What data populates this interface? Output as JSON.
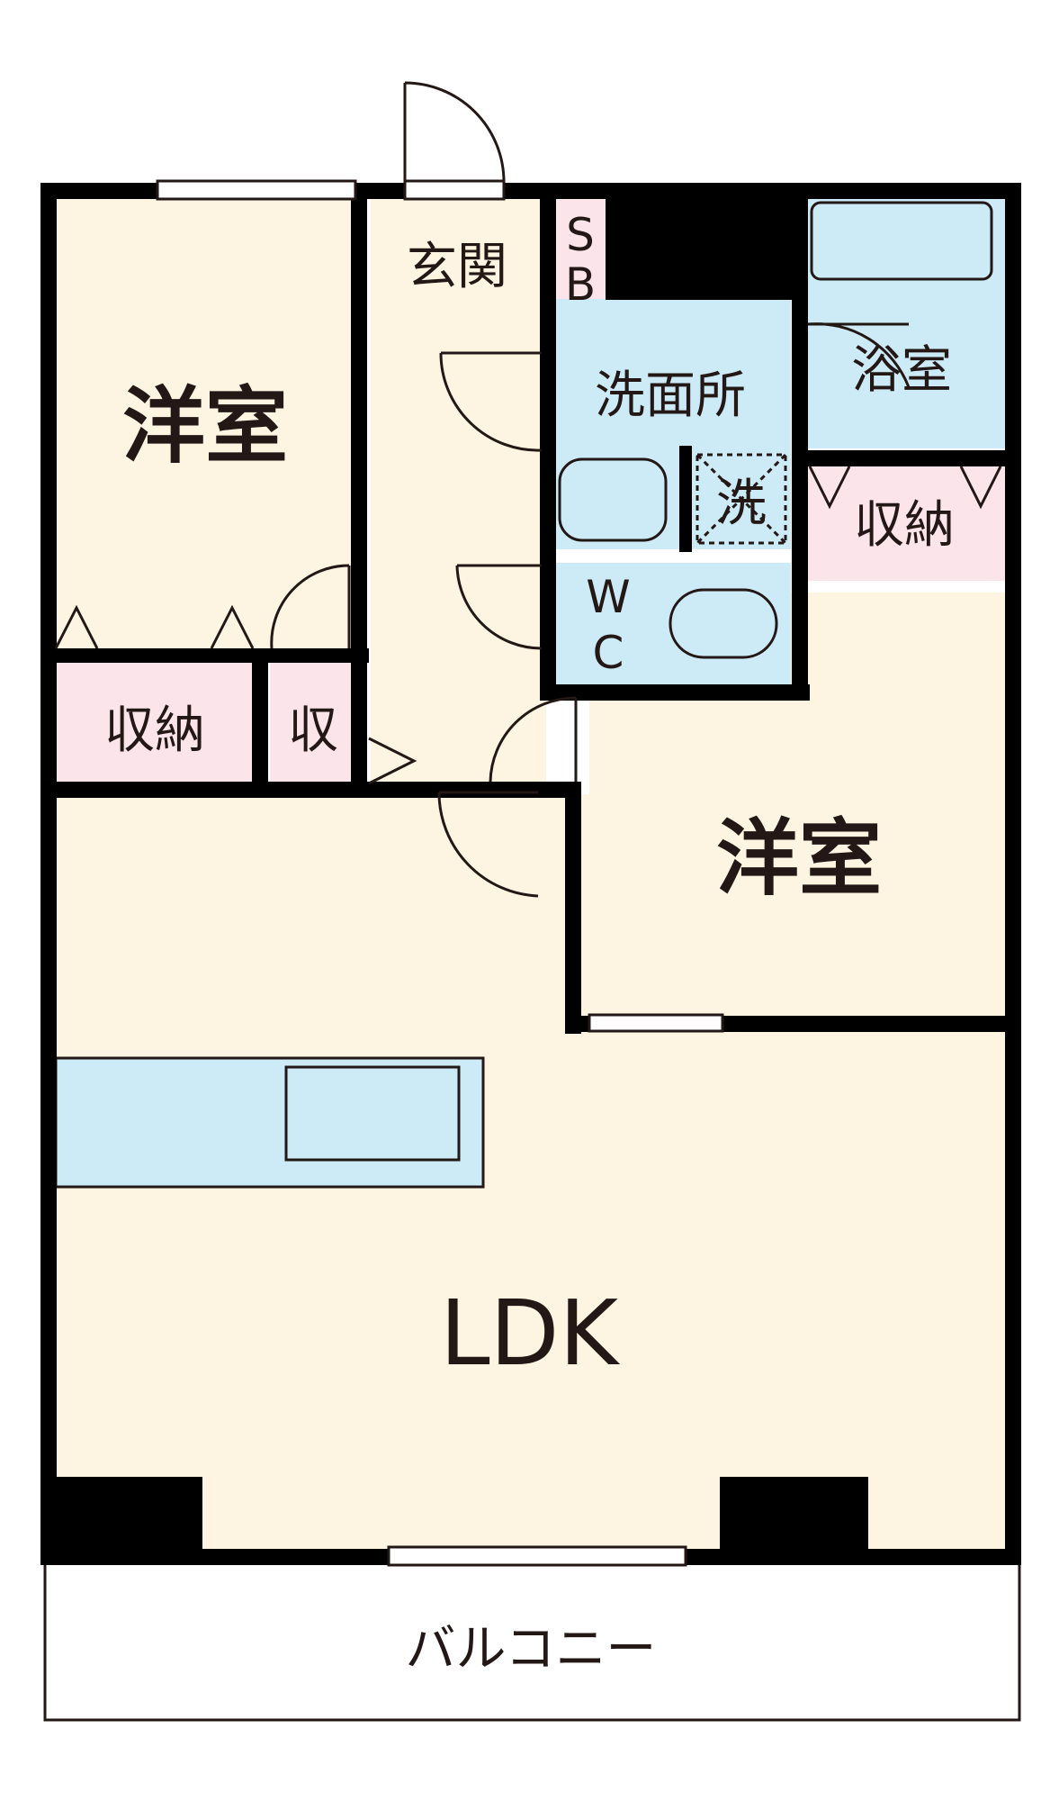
{
  "rooms": {
    "western_room_1": "洋室",
    "western_room_2": "洋室",
    "entrance": "玄関",
    "shoe_box_s": "S",
    "shoe_box_b": "B",
    "washroom": "洗面所",
    "bathroom": "浴室",
    "laundry": "洗",
    "storage_right": "収納",
    "storage_left": "収納",
    "storage_small": "収",
    "wc_w": "W",
    "wc_c": "C",
    "ldk": "LDK",
    "balcony": "バルコニー"
  },
  "colors": {
    "wall": "#000000",
    "room_floor": "#fdf5e2",
    "wet_area": "#cdeaf7",
    "storage": "#fbe4ea",
    "balcony": "#ffffff",
    "text": "#231815"
  }
}
